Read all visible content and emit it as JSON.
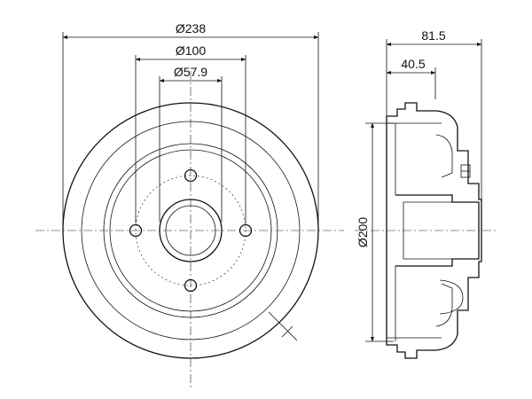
{
  "front_view": {
    "dim_outer": "Ø238",
    "dim_bolt_circle": "Ø100",
    "dim_center_bore": "Ø57.9"
  },
  "side_view": {
    "dim_overall_height": "81.5",
    "dim_hub_height": "40.5",
    "dim_inner_diameter": "Ø200"
  }
}
